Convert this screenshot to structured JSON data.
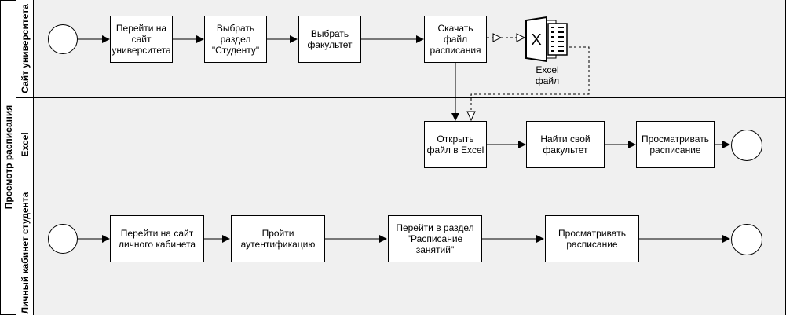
{
  "pool": {
    "title": "Просмотр расписания"
  },
  "lanes": {
    "university_site": "Сайт университета",
    "excel": "Excel",
    "student_cabinet": "Личный кабинет студента"
  },
  "tasks": {
    "go_to_site": "Перейти на\nсайт\nуниверситета",
    "choose_section": "Выбрать\nраздел\n\"Студенту\"",
    "choose_faculty": "Выбрать\nфакультет",
    "download_schedule": "Скачать\nфайл\nрасписания",
    "open_in_excel": "Открыть\nфайл в Excel",
    "find_faculty": "Найти свой\nфакультет",
    "view_schedule_excel": "Просматривать\nрасписание",
    "go_to_cabinet": "Перейти на сайт\nличного кабинета",
    "authenticate": "Пройти\nаутентификацию",
    "go_to_section": "Перейти в раздел\n\"Расписание\nзанятий\"",
    "view_schedule_cabinet": "Просматривать\nрасписание"
  },
  "data_object": {
    "label": "Excel\nфайл",
    "icon": "excel-file-icon",
    "glyph": "X"
  },
  "colors": {
    "lane_fill": "#f0f0f0",
    "border": "#000000",
    "excel_icon": "#000000"
  }
}
